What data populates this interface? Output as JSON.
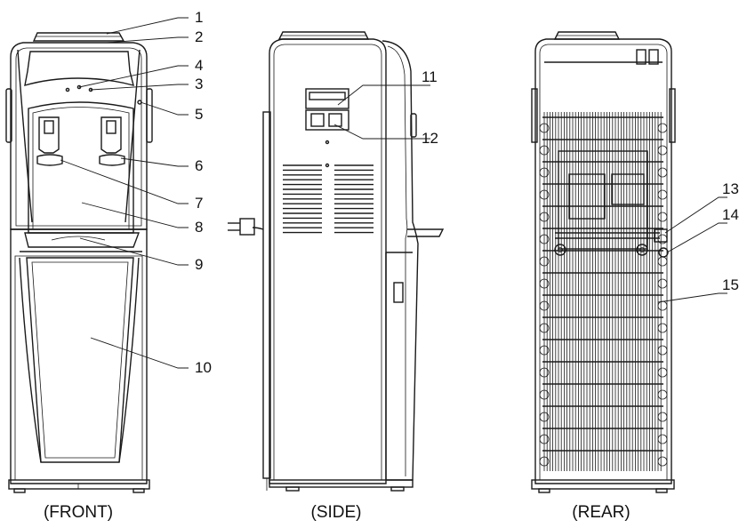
{
  "views": {
    "front": {
      "caption": "(FRONT)"
    },
    "side": {
      "caption": "(SIDE)"
    },
    "rear": {
      "caption": "(REAR)"
    }
  },
  "callouts": {
    "c1": "1",
    "c2": "2",
    "c3": "3",
    "c4": "4",
    "c5": "5",
    "c6": "6",
    "c7": "7",
    "c8": "8",
    "c9": "9",
    "c10": "10",
    "c11": "11",
    "c12": "12",
    "c13": "13",
    "c14": "14",
    "c15": "15"
  }
}
